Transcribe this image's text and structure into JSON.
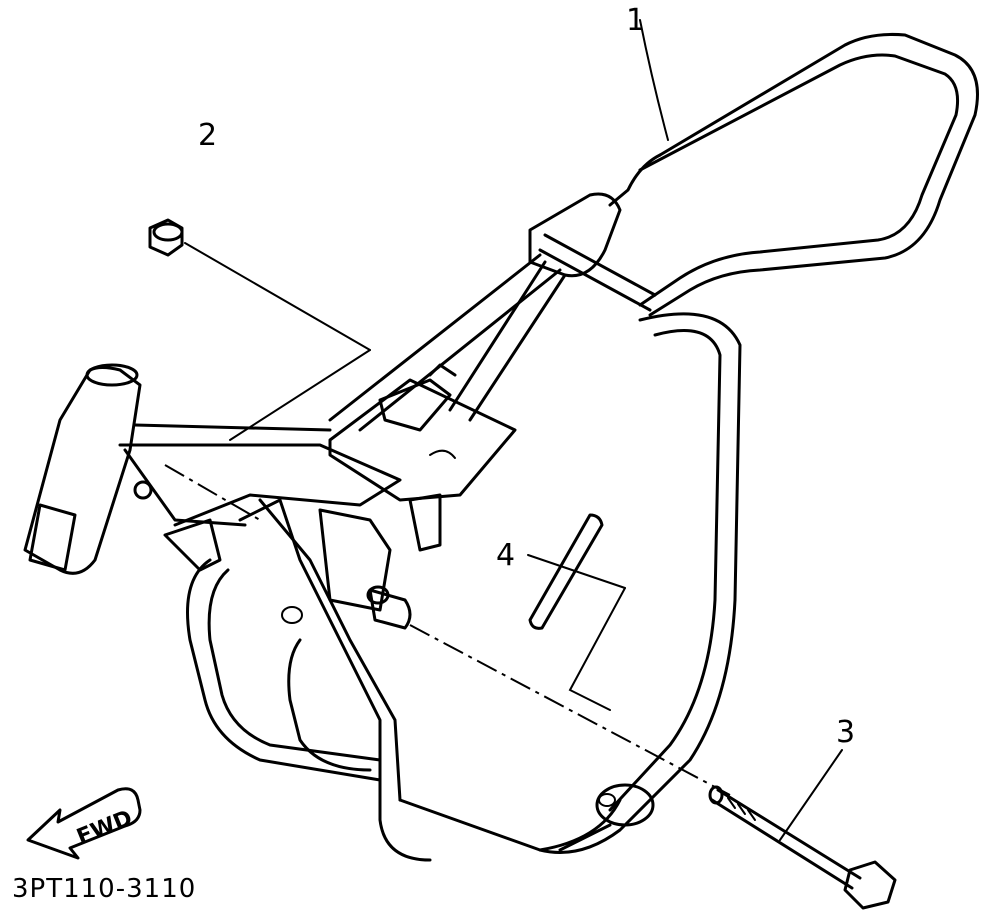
{
  "callouts": {
    "part1": "1",
    "part2": "2",
    "part3": "3",
    "part4": "4"
  },
  "direction_label": "FWD",
  "diagram_code": "3PT110-3110"
}
